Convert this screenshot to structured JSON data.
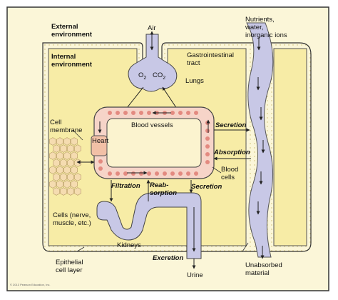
{
  "labels": {
    "external_1": "External",
    "external_2": "environment",
    "internal_1": "Internal",
    "internal_2": "environment",
    "air": "Air",
    "o2": "O",
    "co2": "CO",
    "sub2": "2",
    "lungs": "Lungs",
    "gi_1": "Gastrointestinal",
    "gi_2": "tract",
    "nutrients_1": "Nutrients,",
    "nutrients_2": "water,",
    "nutrients_3": "inorganic ions",
    "cell_membrane_1": "Cell",
    "cell_membrane_2": "membrane",
    "heart": "Heart",
    "blood_vessels": "Blood vessels",
    "secretion_top": "Secretion",
    "absorption": "Absorption",
    "blood_cells_1": "Blood",
    "blood_cells_2": "cells",
    "filtration": "Filtration",
    "reab_1": "Reab-",
    "reab_2": "sorption",
    "secretion_bottom": "Secretion",
    "cells_1": "Cells (nerve,",
    "cells_2": "muscle, etc.)",
    "kidneys": "Kidneys",
    "excretion": "Excretion",
    "epithelial_1": "Epithelial",
    "epithelial_2": "cell layer",
    "urine": "Urine",
    "unabsorbed_1": "Unabsorbed",
    "unabsorbed_2": "material",
    "copyright": "© 2013 Pearson Education, Inc."
  },
  "colors": {
    "environment_fill": "#f7eca6",
    "epithelium_fill": "#f3e6b8",
    "lumen_fill": "#c8c8e6",
    "vessel_fill": "#f6d4c8",
    "blood_cell": "#e38a80",
    "heart_fill": "#f2c0a6",
    "cell_fill": "#f5dcb0",
    "outline": "#333333"
  }
}
